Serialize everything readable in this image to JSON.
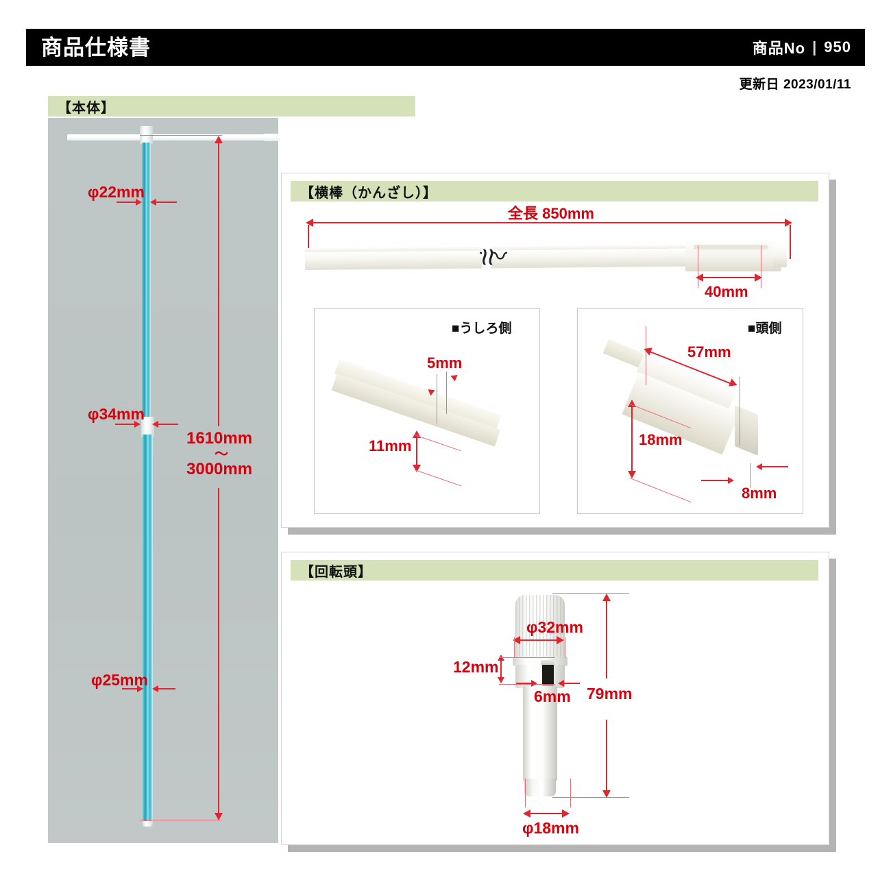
{
  "header": {
    "title": "商品仕様書",
    "product_no_label": "商品No",
    "separator": "|",
    "product_no": "950",
    "update": "更新日 2023/01/11"
  },
  "panels": {
    "body": {
      "heading": "【本体】",
      "dims": {
        "top_diameter": "φ22mm",
        "joint_diameter": "φ34mm",
        "bottom_diameter": "φ25mm",
        "height_min": "1610mm",
        "height_wave": "〜",
        "height_max": "3000mm"
      }
    },
    "crossbar": {
      "heading": "【横棒（かんざし）】",
      "dims": {
        "total_length": "全長 850mm",
        "head_length": "40mm"
      },
      "details": [
        {
          "label": "■うしろ側",
          "dims": {
            "thickness": "5mm",
            "height": "11mm"
          }
        },
        {
          "label": "■頭側",
          "dims": {
            "length": "57mm",
            "height": "18mm",
            "width": "8mm"
          }
        }
      ]
    },
    "rotating_head": {
      "heading": "【回転頭】",
      "dims": {
        "cap_diameter": "φ32mm",
        "collar_height": "12mm",
        "window_width": "6mm",
        "total_height": "79mm",
        "shaft_diameter": "φ18mm"
      }
    }
  },
  "colors": {
    "header_bg": "#000000",
    "green_header": "#d5e1b9",
    "dimension_red": "#d8000c",
    "pole_teal": "#2aa8bd",
    "photo_gray": "#bfc6c6"
  }
}
